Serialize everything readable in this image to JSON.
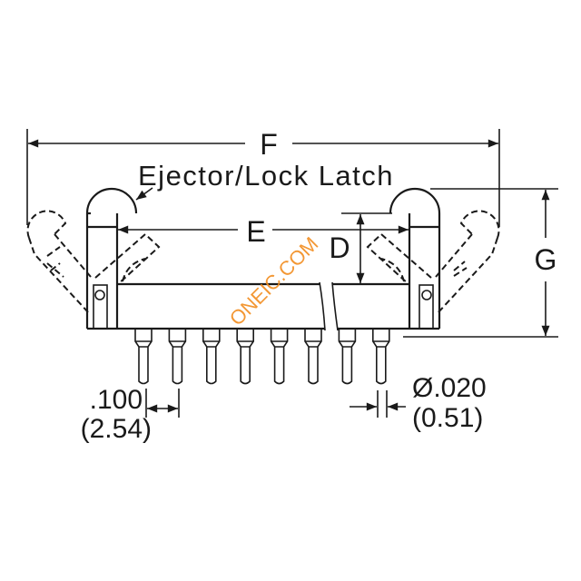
{
  "labels": {
    "F": "F",
    "E": "E",
    "D": "D",
    "G": "G",
    "latch": "Ejector/Lock Latch",
    "pitch_in": ".100",
    "pitch_mm": "(2.54)",
    "dia_in": "Ø.020",
    "dia_mm": "(0.51)"
  },
  "watermark": "ONEIC.COM",
  "pin_count": 8,
  "colors": {
    "line": "#1a1a1a",
    "watermark": "#f28c1e"
  }
}
